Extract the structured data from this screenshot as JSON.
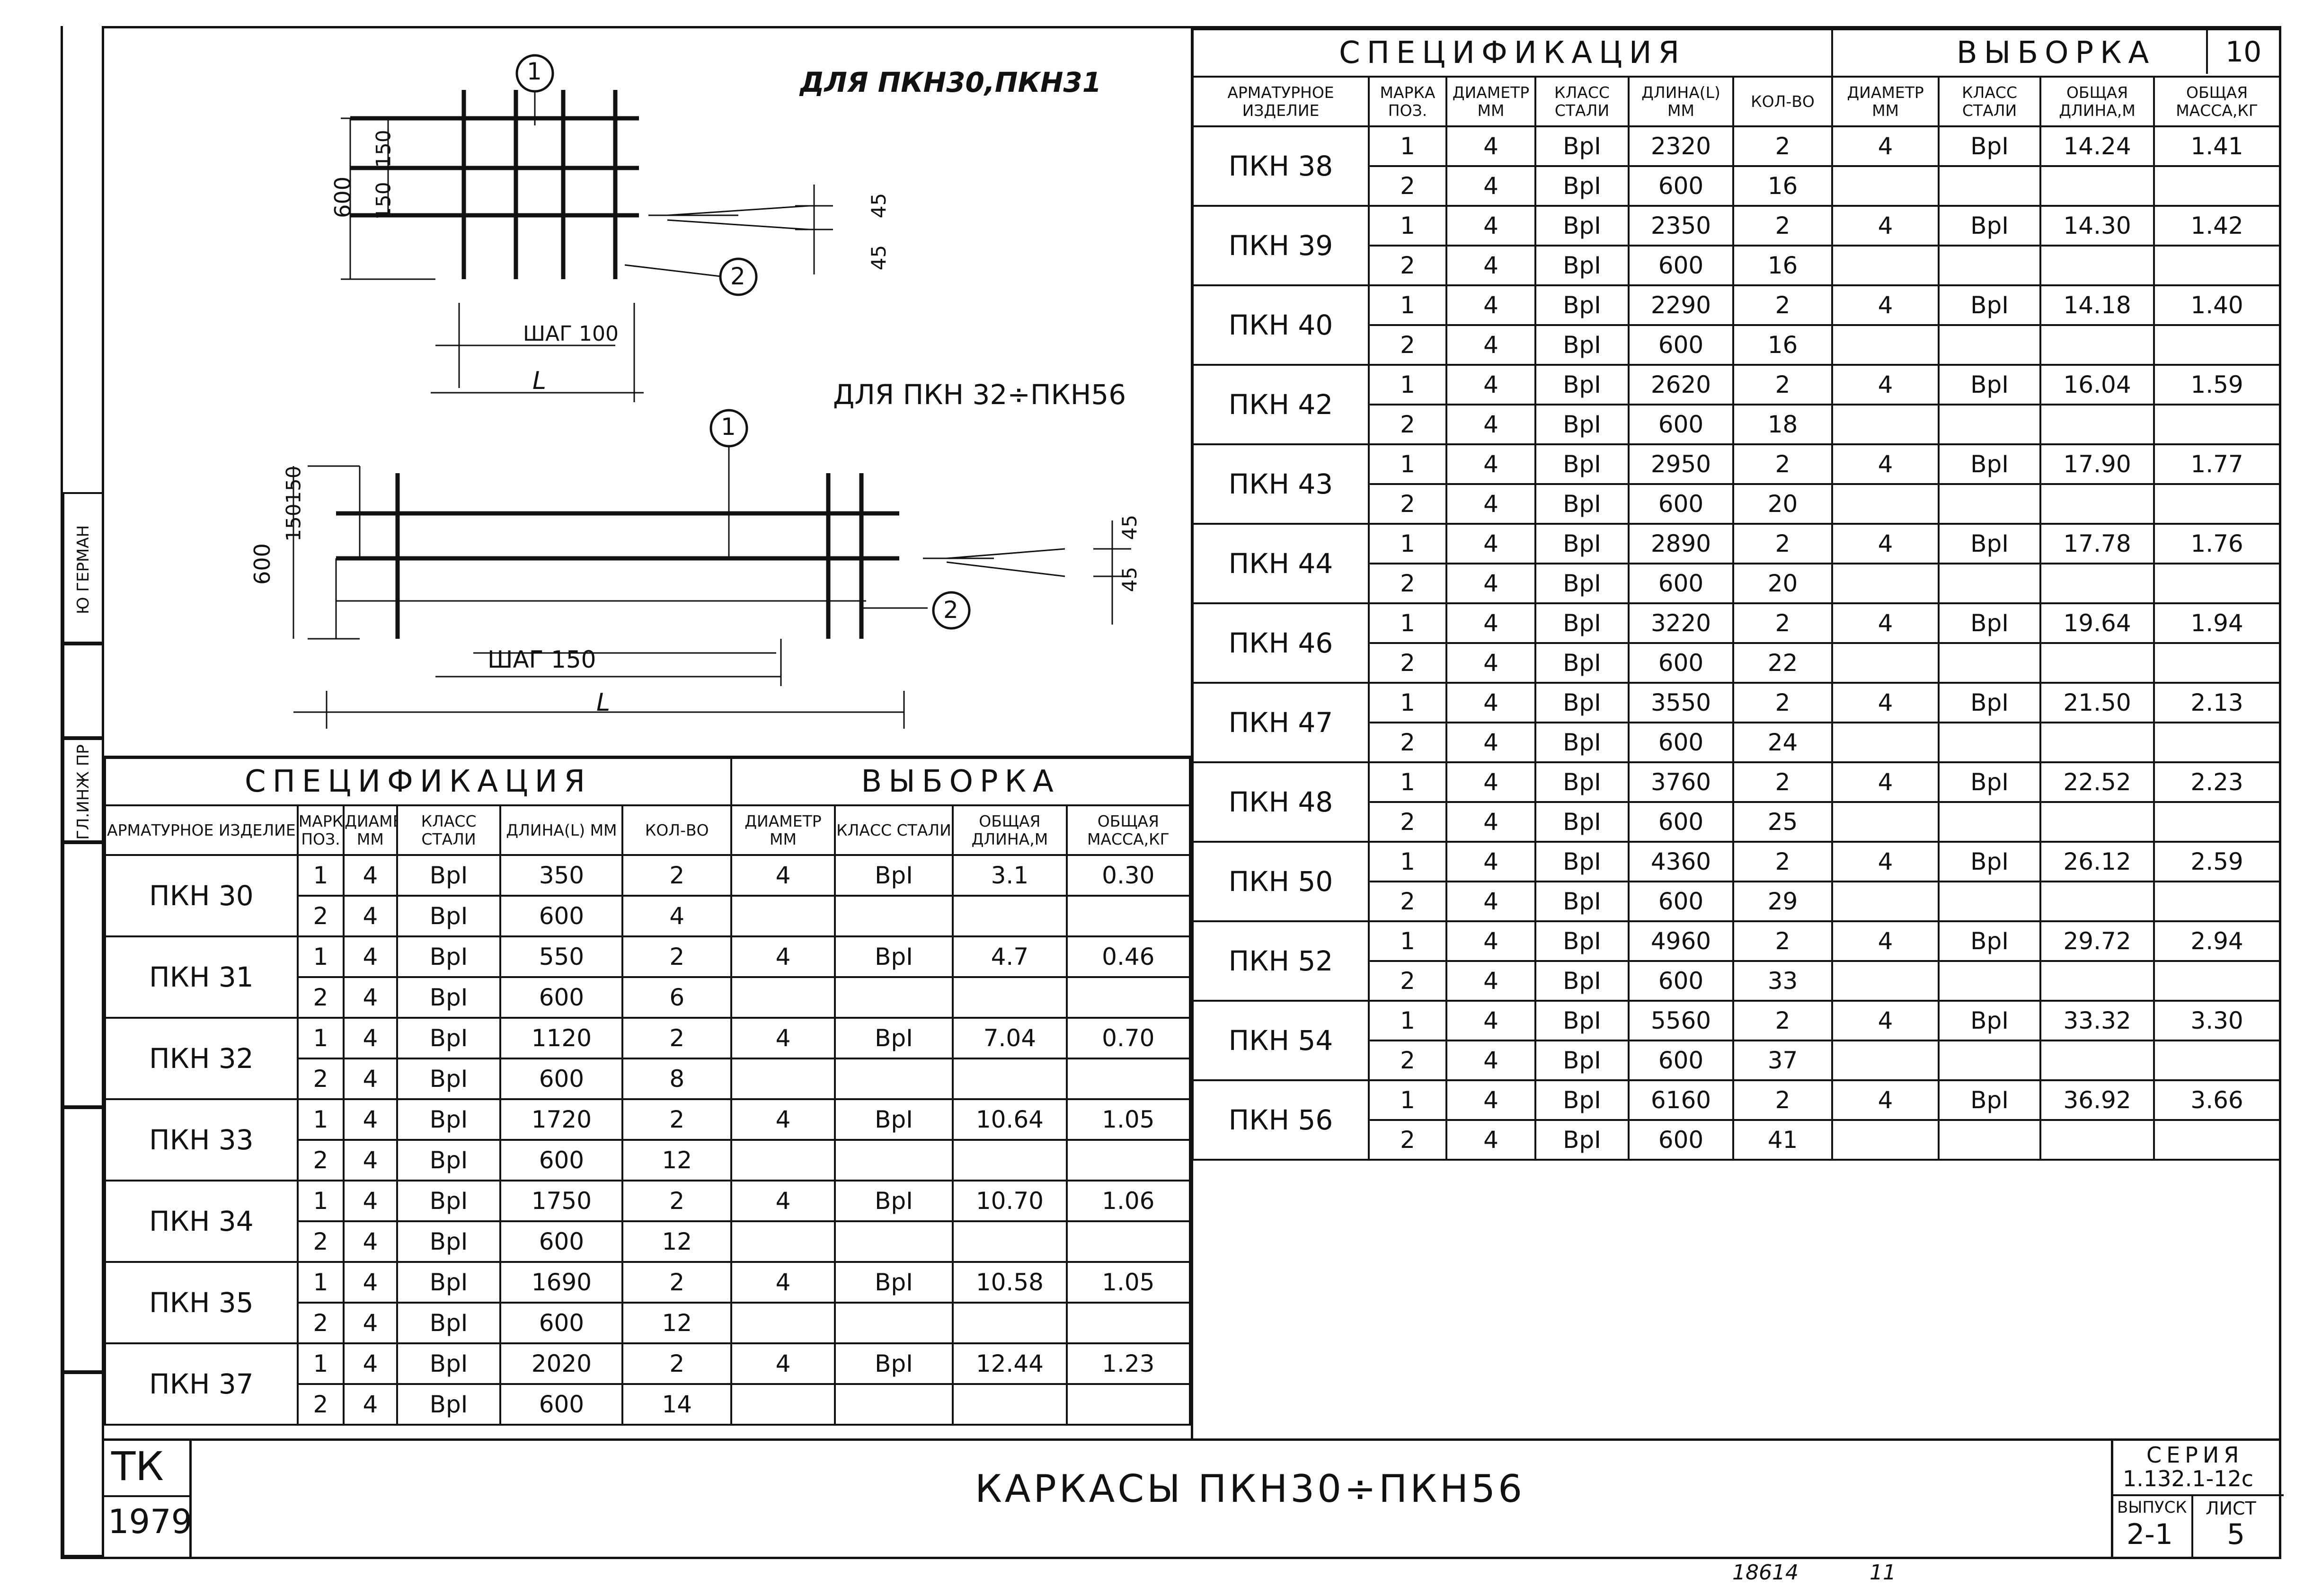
{
  "sheet": {
    "corner_number": "10",
    "stamp_code": "ТК",
    "year": "1979",
    "title": "КАРКАСЫ ПКН30÷ПКН56",
    "series_label": "СЕРИЯ",
    "series_value": "1.132.1-12с",
    "issue_label": "ВЫПУСК",
    "issue_value": "2-1",
    "sheet_label": "ЛИСТ",
    "sheet_value": "5",
    "footer_code": "18614",
    "footer_mark": "11"
  },
  "side_stamp": {
    "role1": "ГЛ.ИНЖ ПР",
    "name1": "Ю ГЕРМАН"
  },
  "drawing": {
    "label_top": "ДЛЯ ПКН30,ПКН31",
    "label_bottom": "ДЛЯ ПКН 32÷ПКН56",
    "top": {
      "height": "600",
      "dim1": "150",
      "dim2": "150",
      "step": "ШАГ 100",
      "length": "L",
      "side1": "45",
      "side2": "45",
      "pos1": "1",
      "pos2": "2"
    },
    "bottom": {
      "height": "600",
      "dim1": "150",
      "dim2": "150",
      "step": "ШАГ 150",
      "length": "L",
      "side1": "45",
      "side2": "45",
      "pos1": "1",
      "pos2": "2"
    }
  },
  "headers": {
    "spec_title": "СПЕЦИФИКАЦИЯ",
    "sample_title": "ВЫБОРКА",
    "product": "АРМАТУРНОЕ ИЗДЕЛИЕ",
    "mark": "МАРКА ПОЗ.",
    "diameter": "ДИАМЕТР ММ",
    "steel_class": "КЛАСС СТАЛИ",
    "length": "ДЛИНА(L) ММ",
    "quantity": "КОЛ-ВО",
    "total_length": "ОБЩАЯ ДЛИНА,М",
    "total_mass": "ОБЩАЯ МАССА,КГ"
  },
  "left_table": [
    {
      "product": "ПКН 30",
      "rows": [
        {
          "mark": "1",
          "d": "4",
          "cls": "ВрI",
          "len": "350",
          "qty": "2"
        },
        {
          "mark": "2",
          "d": "4",
          "cls": "ВрI",
          "len": "600",
          "qty": "4"
        }
      ],
      "sd": "4",
      "scls": "ВрI",
      "tlen": "3.1",
      "tmass": "0.30"
    },
    {
      "product": "ПКН 31",
      "rows": [
        {
          "mark": "1",
          "d": "4",
          "cls": "ВрI",
          "len": "550",
          "qty": "2"
        },
        {
          "mark": "2",
          "d": "4",
          "cls": "ВрI",
          "len": "600",
          "qty": "6"
        }
      ],
      "sd": "4",
      "scls": "ВрI",
      "tlen": "4.7",
      "tmass": "0.46"
    },
    {
      "product": "ПКН 32",
      "rows": [
        {
          "mark": "1",
          "d": "4",
          "cls": "ВрI",
          "len": "1120",
          "qty": "2"
        },
        {
          "mark": "2",
          "d": "4",
          "cls": "ВрI",
          "len": "600",
          "qty": "8"
        }
      ],
      "sd": "4",
      "scls": "ВрI",
      "tlen": "7.04",
      "tmass": "0.70"
    },
    {
      "product": "ПКН 33",
      "rows": [
        {
          "mark": "1",
          "d": "4",
          "cls": "ВрI",
          "len": "1720",
          "qty": "2"
        },
        {
          "mark": "2",
          "d": "4",
          "cls": "ВрI",
          "len": "600",
          "qty": "12"
        }
      ],
      "sd": "4",
      "scls": "ВрI",
      "tlen": "10.64",
      "tmass": "1.05"
    },
    {
      "product": "ПКН 34",
      "rows": [
        {
          "mark": "1",
          "d": "4",
          "cls": "ВрI",
          "len": "1750",
          "qty": "2"
        },
        {
          "mark": "2",
          "d": "4",
          "cls": "ВрI",
          "len": "600",
          "qty": "12"
        }
      ],
      "sd": "4",
      "scls": "ВрI",
      "tlen": "10.70",
      "tmass": "1.06"
    },
    {
      "product": "ПКН 35",
      "rows": [
        {
          "mark": "1",
          "d": "4",
          "cls": "ВрI",
          "len": "1690",
          "qty": "2"
        },
        {
          "mark": "2",
          "d": "4",
          "cls": "ВрI",
          "len": "600",
          "qty": "12"
        }
      ],
      "sd": "4",
      "scls": "ВрI",
      "tlen": "10.58",
      "tmass": "1.05"
    },
    {
      "product": "ПКН 37",
      "rows": [
        {
          "mark": "1",
          "d": "4",
          "cls": "ВрI",
          "len": "2020",
          "qty": "2"
        },
        {
          "mark": "2",
          "d": "4",
          "cls": "ВрI",
          "len": "600",
          "qty": "14"
        }
      ],
      "sd": "4",
      "scls": "ВрI",
      "tlen": "12.44",
      "tmass": "1.23"
    }
  ],
  "right_table": [
    {
      "product": "ПКН 38",
      "rows": [
        {
          "mark": "1",
          "d": "4",
          "cls": "ВрI",
          "len": "2320",
          "qty": "2"
        },
        {
          "mark": "2",
          "d": "4",
          "cls": "ВрI",
          "len": "600",
          "qty": "16"
        }
      ],
      "sd": "4",
      "scls": "ВрI",
      "tlen": "14.24",
      "tmass": "1.41"
    },
    {
      "product": "ПКН 39",
      "rows": [
        {
          "mark": "1",
          "d": "4",
          "cls": "ВрI",
          "len": "2350",
          "qty": "2"
        },
        {
          "mark": "2",
          "d": "4",
          "cls": "ВрI",
          "len": "600",
          "qty": "16"
        }
      ],
      "sd": "4",
      "scls": "ВрI",
      "tlen": "14.30",
      "tmass": "1.42"
    },
    {
      "product": "ПКН 40",
      "rows": [
        {
          "mark": "1",
          "d": "4",
          "cls": "ВрI",
          "len": "2290",
          "qty": "2"
        },
        {
          "mark": "2",
          "d": "4",
          "cls": "ВрI",
          "len": "600",
          "qty": "16"
        }
      ],
      "sd": "4",
      "scls": "ВрI",
      "tlen": "14.18",
      "tmass": "1.40"
    },
    {
      "product": "ПКН 42",
      "rows": [
        {
          "mark": "1",
          "d": "4",
          "cls": "ВрI",
          "len": "2620",
          "qty": "2"
        },
        {
          "mark": "2",
          "d": "4",
          "cls": "ВрI",
          "len": "600",
          "qty": "18"
        }
      ],
      "sd": "4",
      "scls": "ВрI",
      "tlen": "16.04",
      "tmass": "1.59"
    },
    {
      "product": "ПКН 43",
      "rows": [
        {
          "mark": "1",
          "d": "4",
          "cls": "ВрI",
          "len": "2950",
          "qty": "2"
        },
        {
          "mark": "2",
          "d": "4",
          "cls": "ВрI",
          "len": "600",
          "qty": "20"
        }
      ],
      "sd": "4",
      "scls": "ВрI",
      "tlen": "17.90",
      "tmass": "1.77"
    },
    {
      "product": "ПКН 44",
      "rows": [
        {
          "mark": "1",
          "d": "4",
          "cls": "ВрI",
          "len": "2890",
          "qty": "2"
        },
        {
          "mark": "2",
          "d": "4",
          "cls": "ВрI",
          "len": "600",
          "qty": "20"
        }
      ],
      "sd": "4",
      "scls": "ВрI",
      "tlen": "17.78",
      "tmass": "1.76"
    },
    {
      "product": "ПКН 46",
      "rows": [
        {
          "mark": "1",
          "d": "4",
          "cls": "ВрI",
          "len": "3220",
          "qty": "2"
        },
        {
          "mark": "2",
          "d": "4",
          "cls": "ВрI",
          "len": "600",
          "qty": "22"
        }
      ],
      "sd": "4",
      "scls": "ВрI",
      "tlen": "19.64",
      "tmass": "1.94"
    },
    {
      "product": "ПКН 47",
      "rows": [
        {
          "mark": "1",
          "d": "4",
          "cls": "ВрI",
          "len": "3550",
          "qty": "2"
        },
        {
          "mark": "2",
          "d": "4",
          "cls": "ВрI",
          "len": "600",
          "qty": "24"
        }
      ],
      "sd": "4",
      "scls": "ВрI",
      "tlen": "21.50",
      "tmass": "2.13"
    },
    {
      "product": "ПКН 48",
      "rows": [
        {
          "mark": "1",
          "d": "4",
          "cls": "ВрI",
          "len": "3760",
          "qty": "2"
        },
        {
          "mark": "2",
          "d": "4",
          "cls": "ВрI",
          "len": "600",
          "qty": "25"
        }
      ],
      "sd": "4",
      "scls": "ВрI",
      "tlen": "22.52",
      "tmass": "2.23"
    },
    {
      "product": "ПКН 50",
      "rows": [
        {
          "mark": "1",
          "d": "4",
          "cls": "ВрI",
          "len": "4360",
          "qty": "2"
        },
        {
          "mark": "2",
          "d": "4",
          "cls": "ВрI",
          "len": "600",
          "qty": "29"
        }
      ],
      "sd": "4",
      "scls": "ВрI",
      "tlen": "26.12",
      "tmass": "2.59"
    },
    {
      "product": "ПКН 52",
      "rows": [
        {
          "mark": "1",
          "d": "4",
          "cls": "ВрI",
          "len": "4960",
          "qty": "2"
        },
        {
          "mark": "2",
          "d": "4",
          "cls": "ВрI",
          "len": "600",
          "qty": "33"
        }
      ],
      "sd": "4",
      "scls": "ВрI",
      "tlen": "29.72",
      "tmass": "2.94"
    },
    {
      "product": "ПКН 54",
      "rows": [
        {
          "mark": "1",
          "d": "4",
          "cls": "ВрI",
          "len": "5560",
          "qty": "2"
        },
        {
          "mark": "2",
          "d": "4",
          "cls": "ВрI",
          "len": "600",
          "qty": "37"
        }
      ],
      "sd": "4",
      "scls": "ВрI",
      "tlen": "33.32",
      "tmass": "3.30"
    },
    {
      "product": "ПКН 56",
      "rows": [
        {
          "mark": "1",
          "d": "4",
          "cls": "ВрI",
          "len": "6160",
          "qty": "2"
        },
        {
          "mark": "2",
          "d": "4",
          "cls": "ВрI",
          "len": "600",
          "qty": "41"
        }
      ],
      "sd": "4",
      "scls": "ВрI",
      "tlen": "36.92",
      "tmass": "3.66"
    }
  ]
}
